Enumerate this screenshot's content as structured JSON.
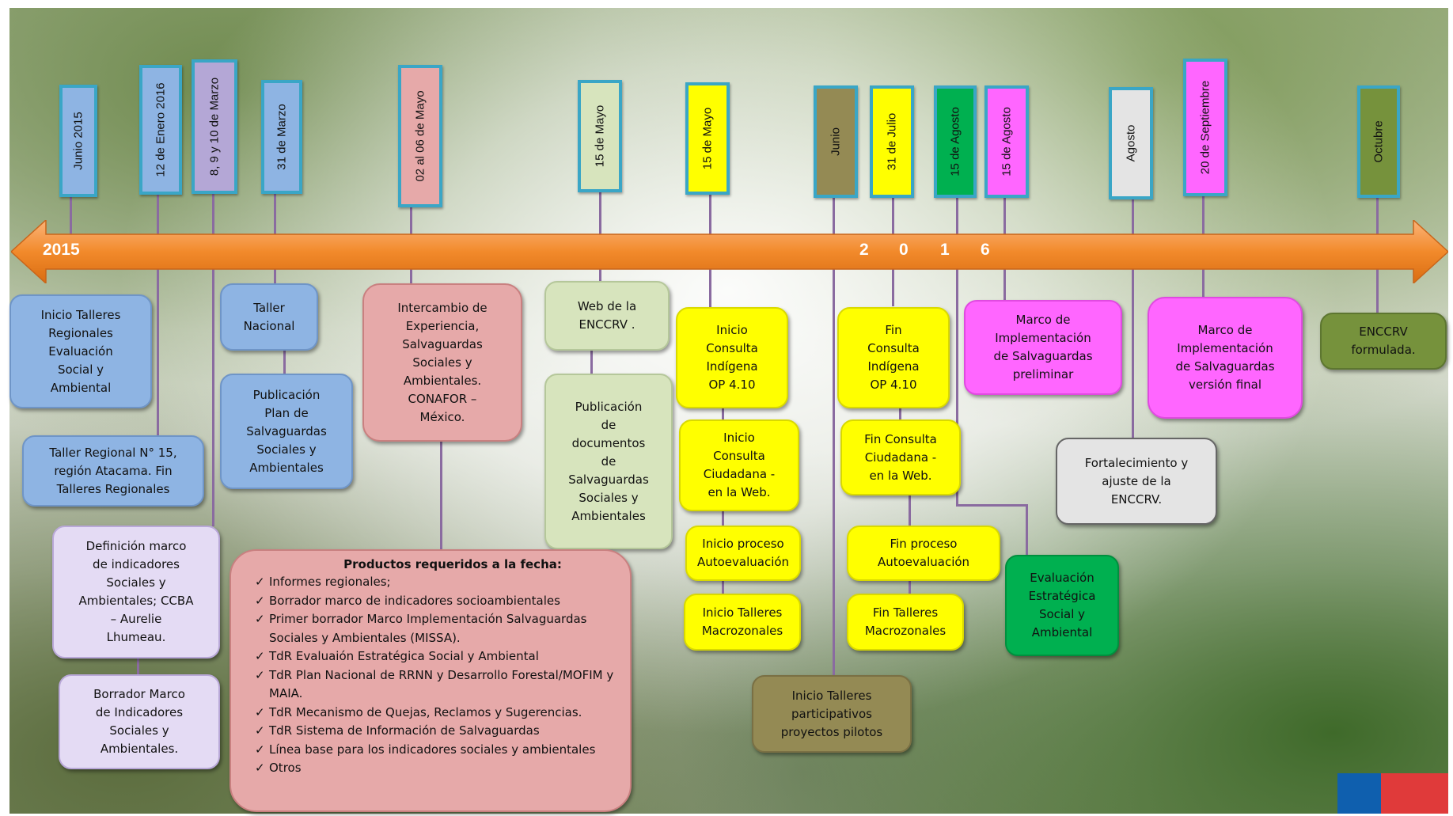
{
  "timeline": {
    "year_start": "2015",
    "year_end_digits": [
      "2",
      "0",
      "1",
      "6"
    ]
  },
  "dates": [
    {
      "label": "Junio 2015",
      "color": "#8eb4e3"
    },
    {
      "label": "12 de Enero 2016",
      "color": "#8eb4e3"
    },
    {
      "label": "8, 9 y 10 de Marzo",
      "color": "#b4a7d6"
    },
    {
      "label": "31 de Marzo",
      "color": "#8eb4e3"
    },
    {
      "label": "02 al 06 de Mayo",
      "color": "#e6a9a9"
    },
    {
      "label": "15 de Mayo",
      "color": "#d7e4bd"
    },
    {
      "label": "15 de Mayo",
      "color": "#ffff00"
    },
    {
      "label": "Junio",
      "color": "#948a54"
    },
    {
      "label": "31 de Julio",
      "color": "#ffff00"
    },
    {
      "label": "15 de Agosto",
      "color": "#00b050"
    },
    {
      "label": "15 de Agosto",
      "color": "#ff66ff"
    },
    {
      "label": "Agosto",
      "color": "#e4e4e4"
    },
    {
      "label": "20 de Septiembre",
      "color": "#ff66ff"
    },
    {
      "label": "Octubre",
      "color": "#76923c"
    }
  ],
  "events": {
    "inicio_talleres": "Inicio Talleres\nRegionales\nEvaluación\nSocial y\nAmbiental",
    "taller_regional": "Taller Regional N° 15,\nregión Atacama. Fin\nTalleres Regionales",
    "definicion_marco": "Definición marco\nde indicadores\nSociales y\nAmbientales; CCBA\n– Aurelie\nLhumeau.",
    "borrador_marco": "Borrador Marco\nde Indicadores\nSociales y\nAmbientales.",
    "taller_nacional": "Taller\nNacional",
    "publicacion_plan": "Publicación\nPlan de\nSalvaguardas\nSociales y\nAmbientales",
    "intercambio": "Intercambio de\nExperiencia,\nSalvaguardas\nSociales y\nAmbientales.\nCONAFOR –\nMéxico.",
    "web_enccrv": "Web de la\nENCCRV .",
    "publicacion_documentos": "Publicación\nde\ndocumentos\nde\nSalvaguardas\nSociales y\nAmbientales",
    "inicio_consulta_indigena": "Inicio\nConsulta\nIndígena\nOP 4.10",
    "inicio_consulta_ciudadana": "Inicio\nConsulta\nCiudadana -\nen la Web.",
    "inicio_autoevaluacion": "Inicio proceso\nAutoevaluación",
    "inicio_macrozonales": "Inicio Talleres\nMacrozonales",
    "inicio_pilotos": "Inicio Talleres\nparticipativos\nproyectos pilotos",
    "fin_consulta_indigena": "Fin\nConsulta\nIndígena\nOP 4.10",
    "fin_consulta_ciudadana": "Fin Consulta\nCiudadana -\nen la Web.",
    "fin_autoevaluacion": "Fin proceso\nAutoevaluación",
    "fin_macrozonales": "Fin Talleres\nMacrozonales",
    "marco_preliminar": "Marco de\nImplementación\nde Salvaguardas\npreliminar",
    "evaluacion_estrategica": "Evaluación\nEstratégica\nSocial y\nAmbiental",
    "fortalecimiento": "Fortalecimiento y\najuste de la\nENCCRV.",
    "marco_final": "Marco de\nImplementación\nde Salvaguardas\nversión final",
    "enccrv_formulada": "ENCCRV\nformulada."
  },
  "products": {
    "title": "Productos requeridos a la fecha:",
    "items": [
      "Informes regionales;",
      "Borrador marco de indicadores socioambientales",
      "Primer borrador Marco Implementación Salvaguardas Sociales y Ambientales (MISSA).",
      "TdR Evaluaión Estratégica Social y Ambiental",
      "TdR Plan Nacional de RRNN y Desarrollo Forestal/MOFIM y MAIA.",
      "TdR Mecanismo de Quejas, Reclamos y Sugerencias.",
      "TdR Sistema de Información de Salvaguardas",
      "Línea base para los indicadores sociales y ambientales",
      "Otros"
    ]
  }
}
